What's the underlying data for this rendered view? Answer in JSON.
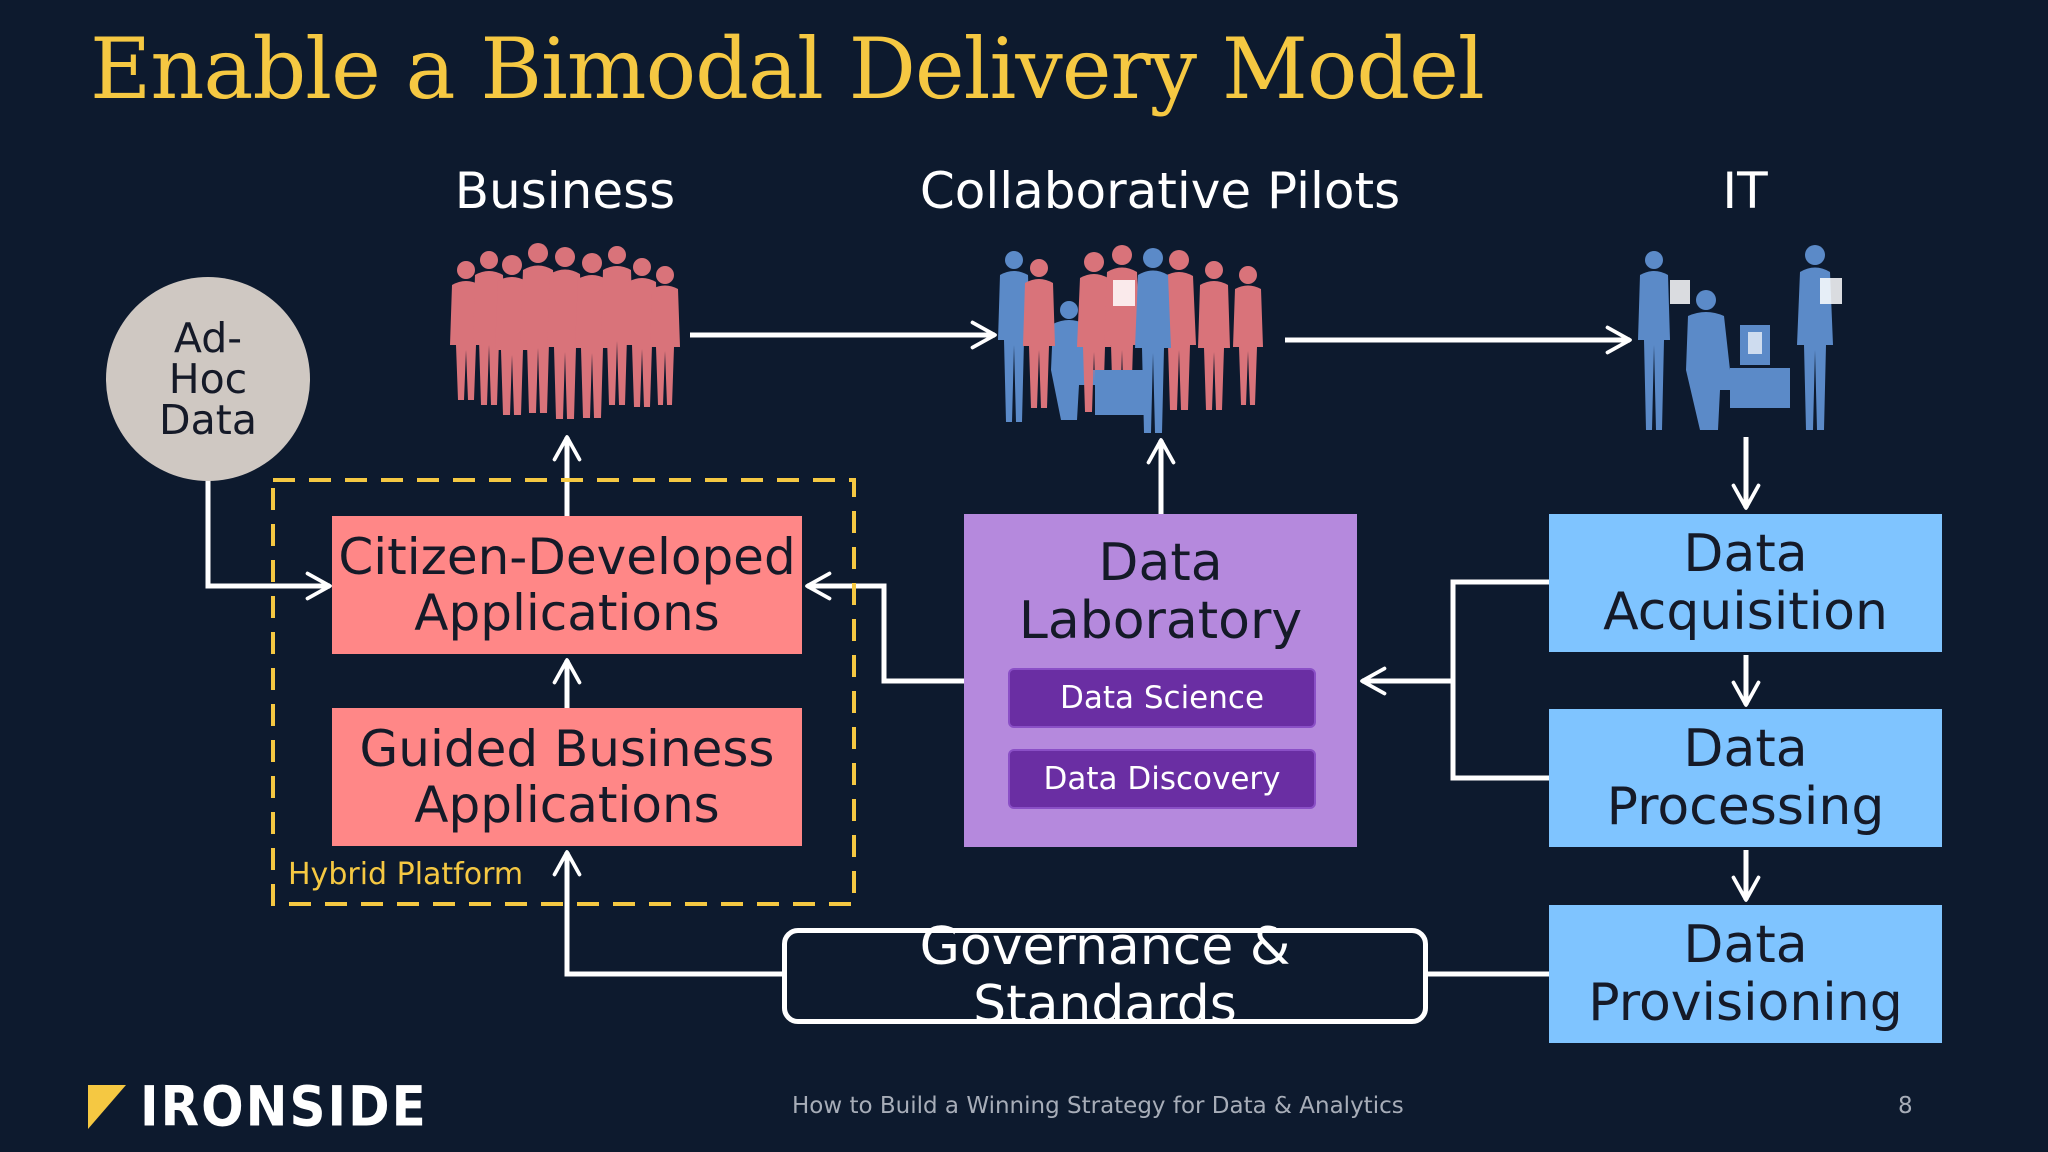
{
  "title": "Enable a Bimodal Delivery Model",
  "columns": {
    "business": "Business",
    "pilots": "Collaborative Pilots",
    "it": "IT"
  },
  "adhoc": {
    "line1": "Ad-",
    "line2": "Hoc",
    "line3": "Data"
  },
  "hybrid_platform": {
    "label": "Hybrid Platform",
    "citizen": {
      "line1": "Citizen-Developed",
      "line2": "Applications"
    },
    "guided": {
      "line1": "Guided Business",
      "line2": "Applications"
    }
  },
  "lab": {
    "line1": "Data",
    "line2": "Laboratory",
    "chips": [
      "Data Science",
      "Data Discovery"
    ]
  },
  "it_boxes": [
    {
      "line1": "Data",
      "line2": "Acquisition"
    },
    {
      "line1": "Data",
      "line2": "Processing"
    },
    {
      "line1": "Data",
      "line2": "Provisioning"
    }
  ],
  "governance": "Governance & Standards",
  "footer": {
    "company": "IRONSIDE",
    "subtitle": "How to Build a Winning Strategy for Data & Analytics",
    "page_number": "8"
  },
  "colors": {
    "background": "#0d1a2e",
    "title": "#f5c842",
    "business_people": "#d9737a",
    "it_people": "#5b8ac8",
    "citizen_box": "#ff8787",
    "lab_box": "#b589dd",
    "it_box": "#7fc4ff"
  }
}
